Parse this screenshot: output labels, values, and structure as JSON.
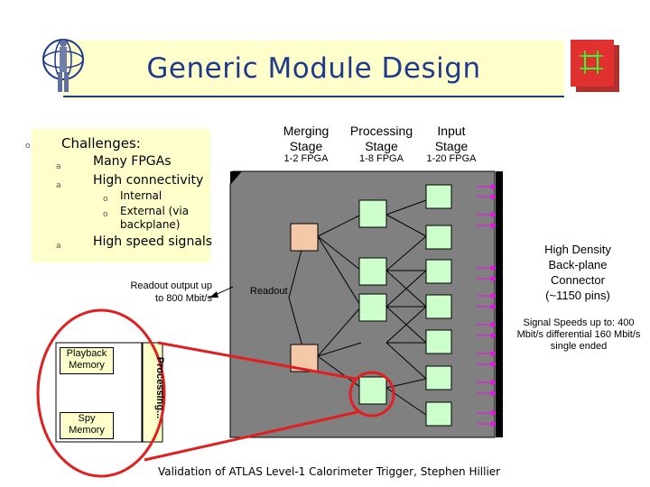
{
  "title": "Generic Module Design",
  "challenges": {
    "heading": "Challenges:",
    "items": [
      "Many FPGAs",
      "High connectivity"
    ],
    "sub_items": [
      "Internal",
      "External (via backplane)"
    ],
    "last_item": "High speed signals"
  },
  "stages": [
    {
      "name": "Merging Stage",
      "fpga": "1-2 FPGA"
    },
    {
      "name": "Processing Stage",
      "fpga": "1-8 FPGA"
    },
    {
      "name": "Input Stage",
      "fpga": "1-20 FPGA"
    }
  ],
  "labels": {
    "readout_output": "Readout output up to 800 Mbit/s",
    "readout": "Readout",
    "backplane": "High Density Back-plane Connector (~1150 pins)",
    "signal_speeds": "Signal Speeds up to: 400 Mbit/s differential 160 Mbit/s single ended",
    "playback": "Playback Memory",
    "spy": "Spy Memory",
    "processing": "Processing..."
  },
  "footer": "Validation of ATLAS Level-1 Calorimeter Trigger,   Stephen Hillier",
  "colors": {
    "title_bg": "#ffffcc",
    "title_text": "#1f3a8a",
    "board": "#808080",
    "merging_fpga": "#f4c8a8",
    "processing_fpga": "#ccffcc",
    "input_fpga": "#ccffcc",
    "connector": "#000000",
    "highlight_circle": "#e02020",
    "link_arrow": "#ff00ff"
  }
}
